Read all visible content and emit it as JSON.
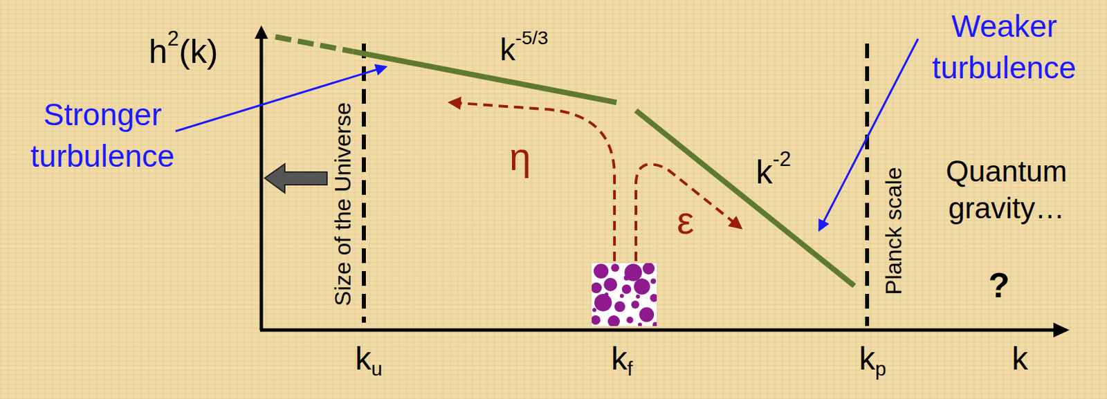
{
  "diagram": {
    "labels": [
      "Weaker turbulence",
      "Stronger turbulence",
      "h",
      "2",
      "(k)",
      "k",
      "-5/3",
      "η",
      "ε",
      "k",
      "-2",
      "Size of the Universe",
      "Planck scale",
      "Quantum gravity…",
      "?",
      "k",
      "u",
      "k",
      "f",
      "k",
      "p",
      "k"
    ]
  }
}
